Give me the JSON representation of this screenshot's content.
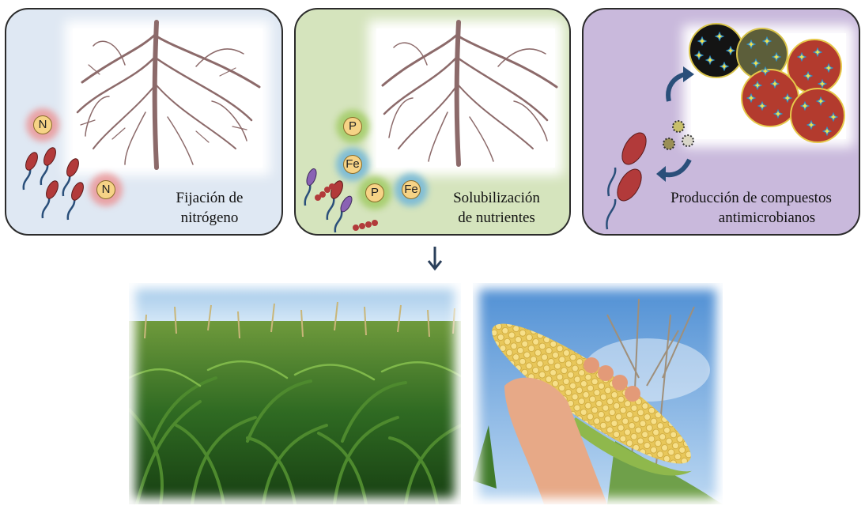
{
  "panels": {
    "nitrogen": {
      "caption_line1": "Fijación de",
      "caption_line2": "nitrógeno",
      "nutrients": [
        "N",
        "N"
      ]
    },
    "nutrients": {
      "caption_line1": "Solubilización",
      "caption_line2": "de nutrientes",
      "nutrients": [
        "P",
        "Fe",
        "P",
        "Fe"
      ]
    },
    "antimicrobial": {
      "caption_line1": "Producción de compuestos",
      "caption_line2": "antimicrobianos"
    }
  },
  "colors": {
    "panel_blue": "#dfe8f3",
    "panel_green": "#d5e4bd",
    "panel_purple": "#c9b9dc",
    "bacteria": "#b23a3a",
    "flagellum": "#2a4f7a",
    "root": "#8c6a6a",
    "nutrient_token": "#f6d386"
  },
  "icons": [
    "root-system-icon",
    "bacterium-icon",
    "circular-arrow-icon",
    "pathogen-cell-icon",
    "down-arrow-icon"
  ]
}
